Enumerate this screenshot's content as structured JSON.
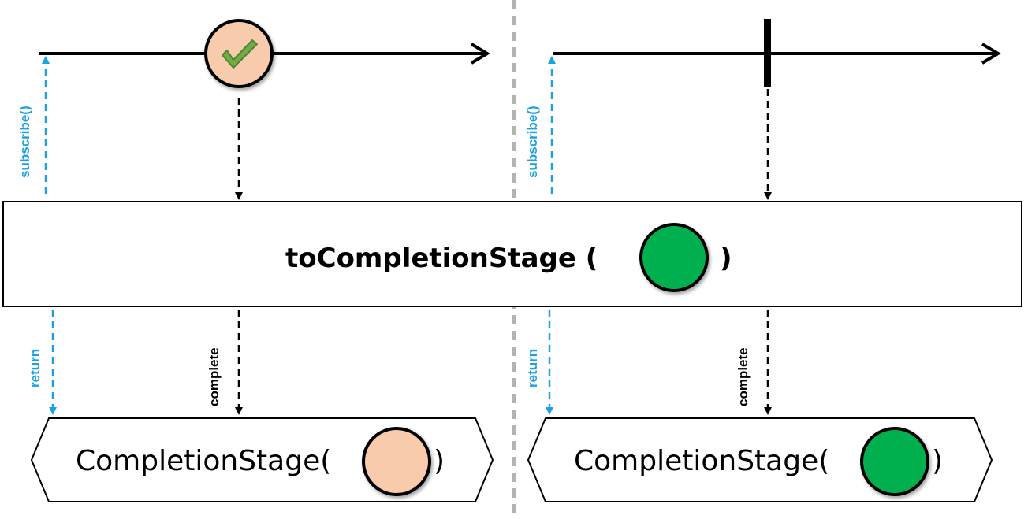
{
  "colors": {
    "subscribe_blue": "#1ba1e2",
    "timeline_black": "#000000",
    "divider_gray": "#b3b3b3",
    "peach_marble": "#f8cbad",
    "green_marble": "#00b050",
    "check_green": "#70ad47"
  },
  "operator": {
    "name": "toCompletionStage (",
    "close_paren": ")",
    "argument_marble": "green"
  },
  "labels": {
    "subscribe": "subscribe()",
    "return": "return",
    "complete": "complete"
  },
  "panels": [
    {
      "timeline_event": "completion-marble",
      "event_icon": "checkmark-icon",
      "result_prefix": "CompletionStage(",
      "result_suffix": ")",
      "result_marble": "peach"
    },
    {
      "timeline_event": "completion-bar",
      "result_prefix": "CompletionStage(",
      "result_suffix": ")",
      "result_marble": "green"
    }
  ]
}
